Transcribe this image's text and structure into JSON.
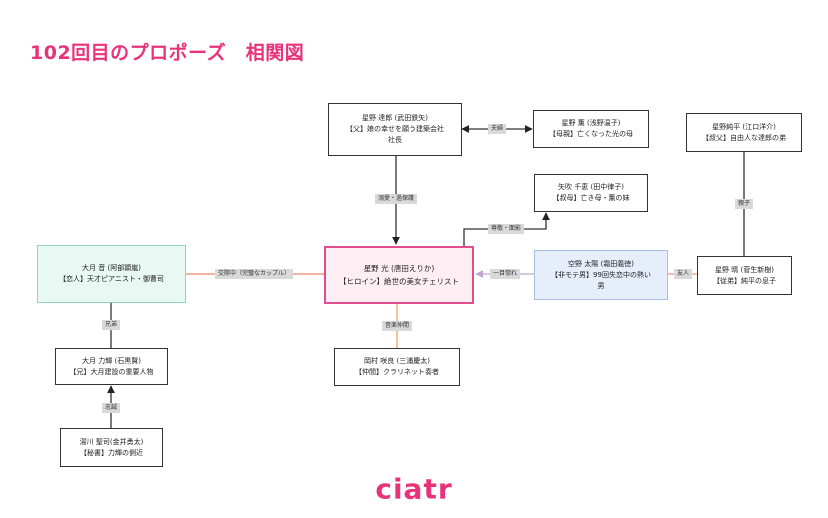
{
  "title": "102回目のプロポーズ　相関図",
  "logo": "ciatr",
  "colors": {
    "accent": "#e8337a",
    "hero_border": "#e04e8e",
    "love_edge": "#f29580",
    "gray_edge": "#333333",
    "rival_edge": "#c2a4cf",
    "music_edge": "#f0b070"
  },
  "nodes": {
    "father": {
      "name": "星野 達郎 (武田鉄矢)",
      "role": "【父】娘の幸せを願う建築会社",
      "role2": "社長"
    },
    "mother": {
      "name": "星野 薫 (浅野温子)",
      "role": "【母親】亡くなった光の母"
    },
    "uncle": {
      "name": "星野純平 (江口洋介)",
      "role": "【叔父】自由人な達郎の弟"
    },
    "aunt": {
      "name": "矢吹 千恵 (田中律子)",
      "role": "【叔母】亡き母・薫の妹"
    },
    "hikari": {
      "name": "星野 光 (唐田えりか)",
      "role": "【ヒロイン】絶世の美女チェリスト"
    },
    "otsuki": {
      "name": "大月 音 (阿部顕嵐)",
      "role": "【恋人】天才ピアニスト・御曹司"
    },
    "taiyo": {
      "name": "空野 太陽 (霜田義徳)",
      "role": "【非モテ男】99回失恋中の熱い",
      "role2": "男"
    },
    "haru": {
      "name": "星野 晴 (菅生新樹)",
      "role": "【従弟】純平の息子"
    },
    "sakiko": {
      "name": "岡村 咲良 (三浦慶太)",
      "role": "【仲間】クラリネット奏者"
    },
    "rikiya": {
      "name": "大月 力輝 (石黒賢)",
      "role": "【兄】大月建設の重要人物"
    },
    "secretary": {
      "name": "湯川 聖司(金井勇太)",
      "role": "【秘書】力輝の側近"
    }
  },
  "edges": {
    "couple": "夫婦",
    "parent": "溺愛・過保護",
    "respect": "尊敬・面影",
    "dating": "交際中（完璧なカップル）",
    "crush": "一目惚れ",
    "friend": "友人",
    "father_son": "親子",
    "music": "音楽仲間",
    "siblings": "兄弟",
    "loyalty": "忠誠"
  }
}
